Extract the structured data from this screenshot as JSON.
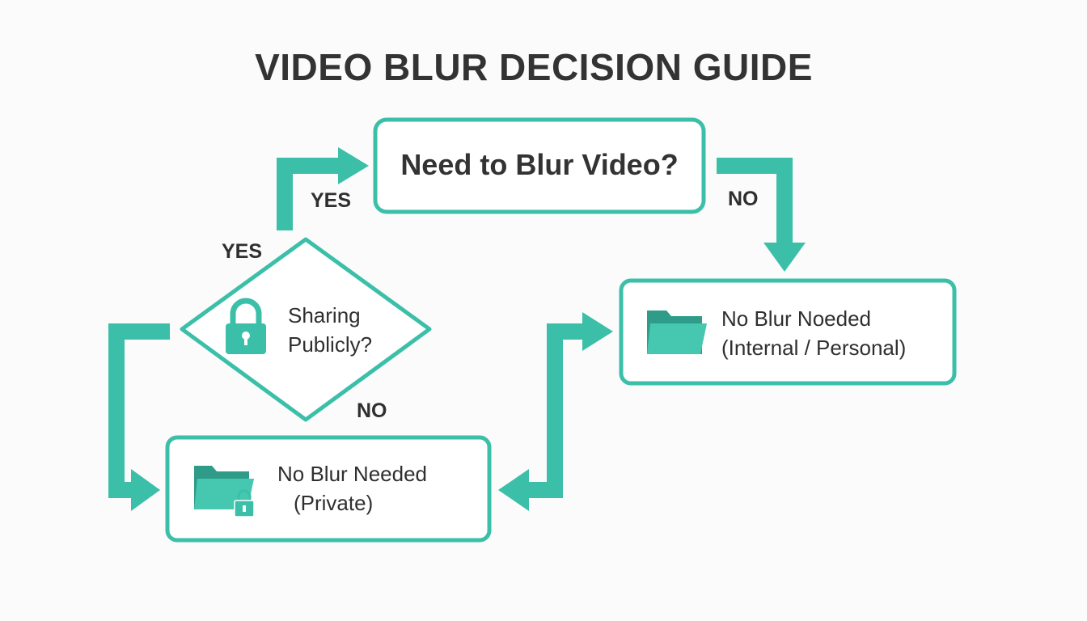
{
  "title": "VIDEO BLUR DECISION GUIDE",
  "colors": {
    "accent": "#3cbfa8",
    "text": "#333333",
    "background": "#fbfbfb"
  },
  "nodes": {
    "start": {
      "label": "Need to Blur Video?"
    },
    "decision": {
      "line1": "Sharing",
      "line2": "Publicly?",
      "icon": "padlock-icon"
    },
    "internal": {
      "line1": "No Blur Noeded",
      "line2": "(Internal / Personal)",
      "icon": "folder-icon"
    },
    "private": {
      "line1": "No Blur Needed",
      "line2": "(Private)",
      "icon": "folder-lock-icon"
    }
  },
  "edge_labels": {
    "yes_top": "YES",
    "yes_left": "YES",
    "no_right": "NO",
    "no_bottom": "NO"
  }
}
